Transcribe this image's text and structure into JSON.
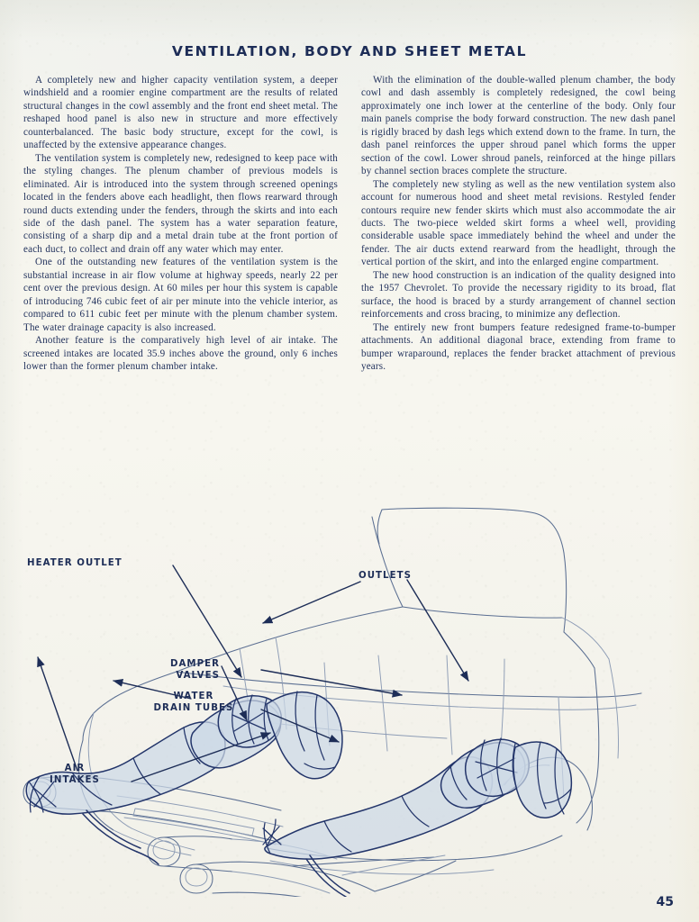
{
  "page": {
    "title": "VENTILATION, BODY AND SHEET METAL",
    "number": "45",
    "ink_color": "#22325c",
    "paper_color": "#f5f4ed"
  },
  "left_column": {
    "paragraphs": [
      "A completely new and higher capacity ventilation system, a deeper windshield and a roomier engine compartment are the results of related structural changes in the cowl assembly and the front end sheet metal. The reshaped hood panel is also new in structure and more effectively counterbalanced. The basic body structure, except for the cowl, is unaffected by the extensive appearance changes.",
      "The ventilation system is completely new, redesigned to keep pace with the styling changes. The plenum chamber of previous models is eliminated. Air is introduced into the system through screened openings located in the fenders above each headlight, then flows rearward through round ducts extending under the fenders, through the skirts and into each side of the dash panel. The system has a water separation feature, consisting of a sharp dip and a metal drain tube at the front portion of each duct, to collect and drain off any water which may enter.",
      "One of the outstanding new features of the ventilation system is the substantial increase in air flow volume at highway speeds, nearly 22 per cent over the previous design. At 60 miles per hour this system is capable of introducing 746 cubic feet of air per minute into the vehicle interior, as compared to 611 cubic feet per minute with the plenum chamber system. The water drainage capacity is also increased.",
      "Another feature is the comparatively high level of air intake. The screened intakes are located 35.9 inches above the ground, only 6 inches lower than the former plenum chamber intake."
    ]
  },
  "right_column": {
    "paragraphs": [
      "With the elimination of the double-walled plenum chamber, the body cowl and dash assembly is completely redesigned, the cowl being approximately one inch lower at the centerline of the body. Only four main panels comprise the body forward construction. The new dash panel is rigidly braced by dash legs which extend down to the frame. In turn, the dash panel reinforces the upper shroud panel which forms the upper section of the cowl. Lower shroud panels, reinforced at the hinge pillars by channel section braces complete the structure.",
      "The completely new styling as well as the new ventilation system also account for numerous hood and sheet metal revisions. Restyled fender contours require new fender skirts which must also accommodate the air ducts. The two-piece welded skirt forms a wheel well, providing considerable usable space immediately behind the wheel and under the fender. The air ducts extend rearward from the headlight, through the vertical portion of the skirt, and into the enlarged engine compartment.",
      "The new hood construction is an indication of the quality designed into the 1957 Chevrolet. To provide the necessary rigidity to its broad, flat surface, the hood is braced by a sturdy arrangement of channel section reinforcements and cross bracing, to minimize any deflection.",
      "The entirely new front bumpers feature redesigned frame-to-bumper attachments. An additional diagonal brace, extending from frame to bumper wraparound, replaces the fender bracket attachment of previous years."
    ]
  },
  "figure": {
    "description": "Line drawing of the 1957 Chevrolet front end body structure showing the ventilation air ducts",
    "labels": [
      {
        "id": "heater-outlet",
        "text": "HEATER OUTLET"
      },
      {
        "id": "outlets",
        "text": "OUTLETS"
      },
      {
        "id": "damper-valves-line1",
        "text": "DAMPER"
      },
      {
        "id": "damper-valves-line2",
        "text": "VALVES"
      },
      {
        "id": "water-drain-tubes-line1",
        "text": "WATER"
      },
      {
        "id": "water-drain-tubes-line2",
        "text": "DRAIN TUBES"
      },
      {
        "id": "air-intakes-line1",
        "text": "AIR"
      },
      {
        "id": "air-intakes-line2",
        "text": "INTAKES"
      }
    ]
  }
}
